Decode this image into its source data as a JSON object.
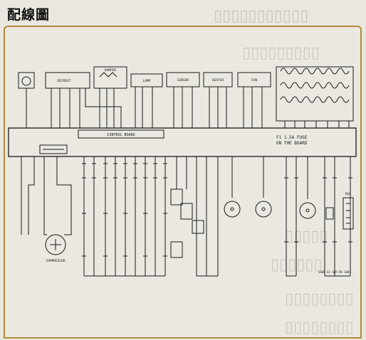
{
  "title": "配線圖",
  "diagram": {
    "box_labels": [
      "DEFROST",
      "DAMPER",
      "LAMP",
      "SENSOR",
      "HEATER",
      "FAN",
      "REC"
    ],
    "board_label": "CONTROL BOARD",
    "fuse_note_line1": "F1  1.5A FUSE",
    "fuse_note_line2": "ON THE BOARD",
    "compressor_label": "COMPRESSOR",
    "footer_note": "SSDB E1 SER-90 1003"
  }
}
